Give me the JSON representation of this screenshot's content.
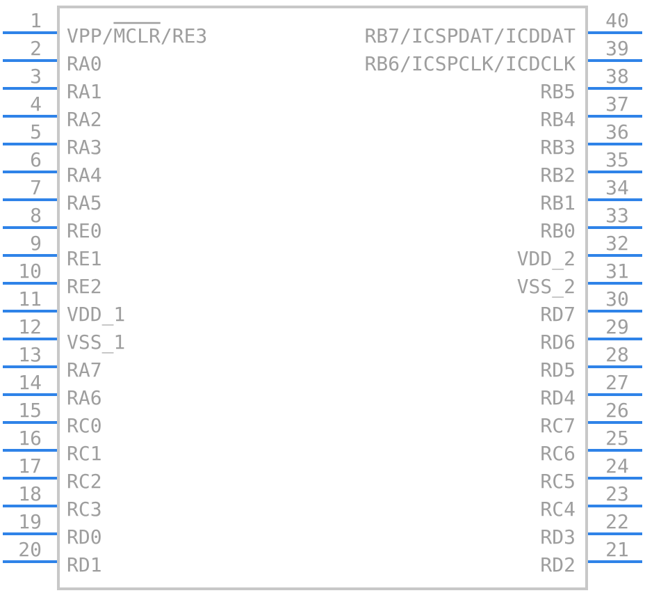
{
  "component": {
    "left_pins": [
      {
        "number": "1",
        "label": "VPP/MCLR/RE3",
        "overline": "MCLR"
      },
      {
        "number": "2",
        "label": "RA0"
      },
      {
        "number": "3",
        "label": "RA1"
      },
      {
        "number": "4",
        "label": "RA2"
      },
      {
        "number": "5",
        "label": "RA3"
      },
      {
        "number": "6",
        "label": "RA4"
      },
      {
        "number": "7",
        "label": "RA5"
      },
      {
        "number": "8",
        "label": "RE0"
      },
      {
        "number": "9",
        "label": "RE1"
      },
      {
        "number": "10",
        "label": "RE2"
      },
      {
        "number": "11",
        "label": "VDD_1"
      },
      {
        "number": "12",
        "label": "VSS_1"
      },
      {
        "number": "13",
        "label": "RA7"
      },
      {
        "number": "14",
        "label": "RA6"
      },
      {
        "number": "15",
        "label": "RC0"
      },
      {
        "number": "16",
        "label": "RC1"
      },
      {
        "number": "17",
        "label": "RC2"
      },
      {
        "number": "18",
        "label": "RC3"
      },
      {
        "number": "19",
        "label": "RD0"
      },
      {
        "number": "20",
        "label": "RD1"
      }
    ],
    "right_pins": [
      {
        "number": "40",
        "label": "RB7/ICSPDAT/ICDDAT"
      },
      {
        "number": "39",
        "label": "RB6/ICSPCLK/ICDCLK"
      },
      {
        "number": "38",
        "label": "RB5"
      },
      {
        "number": "37",
        "label": "RB4"
      },
      {
        "number": "36",
        "label": "RB3"
      },
      {
        "number": "35",
        "label": "RB2"
      },
      {
        "number": "34",
        "label": "RB1"
      },
      {
        "number": "33",
        "label": "RB0"
      },
      {
        "number": "32",
        "label": "VDD_2"
      },
      {
        "number": "31",
        "label": "VSS_2"
      },
      {
        "number": "30",
        "label": "RD7"
      },
      {
        "number": "29",
        "label": "RD6"
      },
      {
        "number": "28",
        "label": "RD5"
      },
      {
        "number": "27",
        "label": "RD4"
      },
      {
        "number": "26",
        "label": "RC7"
      },
      {
        "number": "25",
        "label": "RC6"
      },
      {
        "number": "24",
        "label": "RC5"
      },
      {
        "number": "23",
        "label": "RC4"
      },
      {
        "number": "22",
        "label": "RD3"
      },
      {
        "number": "21",
        "label": "RD2"
      }
    ]
  },
  "colors": {
    "pin_line": "#2f83e8",
    "body_outline": "#c8c8c8",
    "text": "#9e9e9e",
    "background": "#ffffff"
  }
}
